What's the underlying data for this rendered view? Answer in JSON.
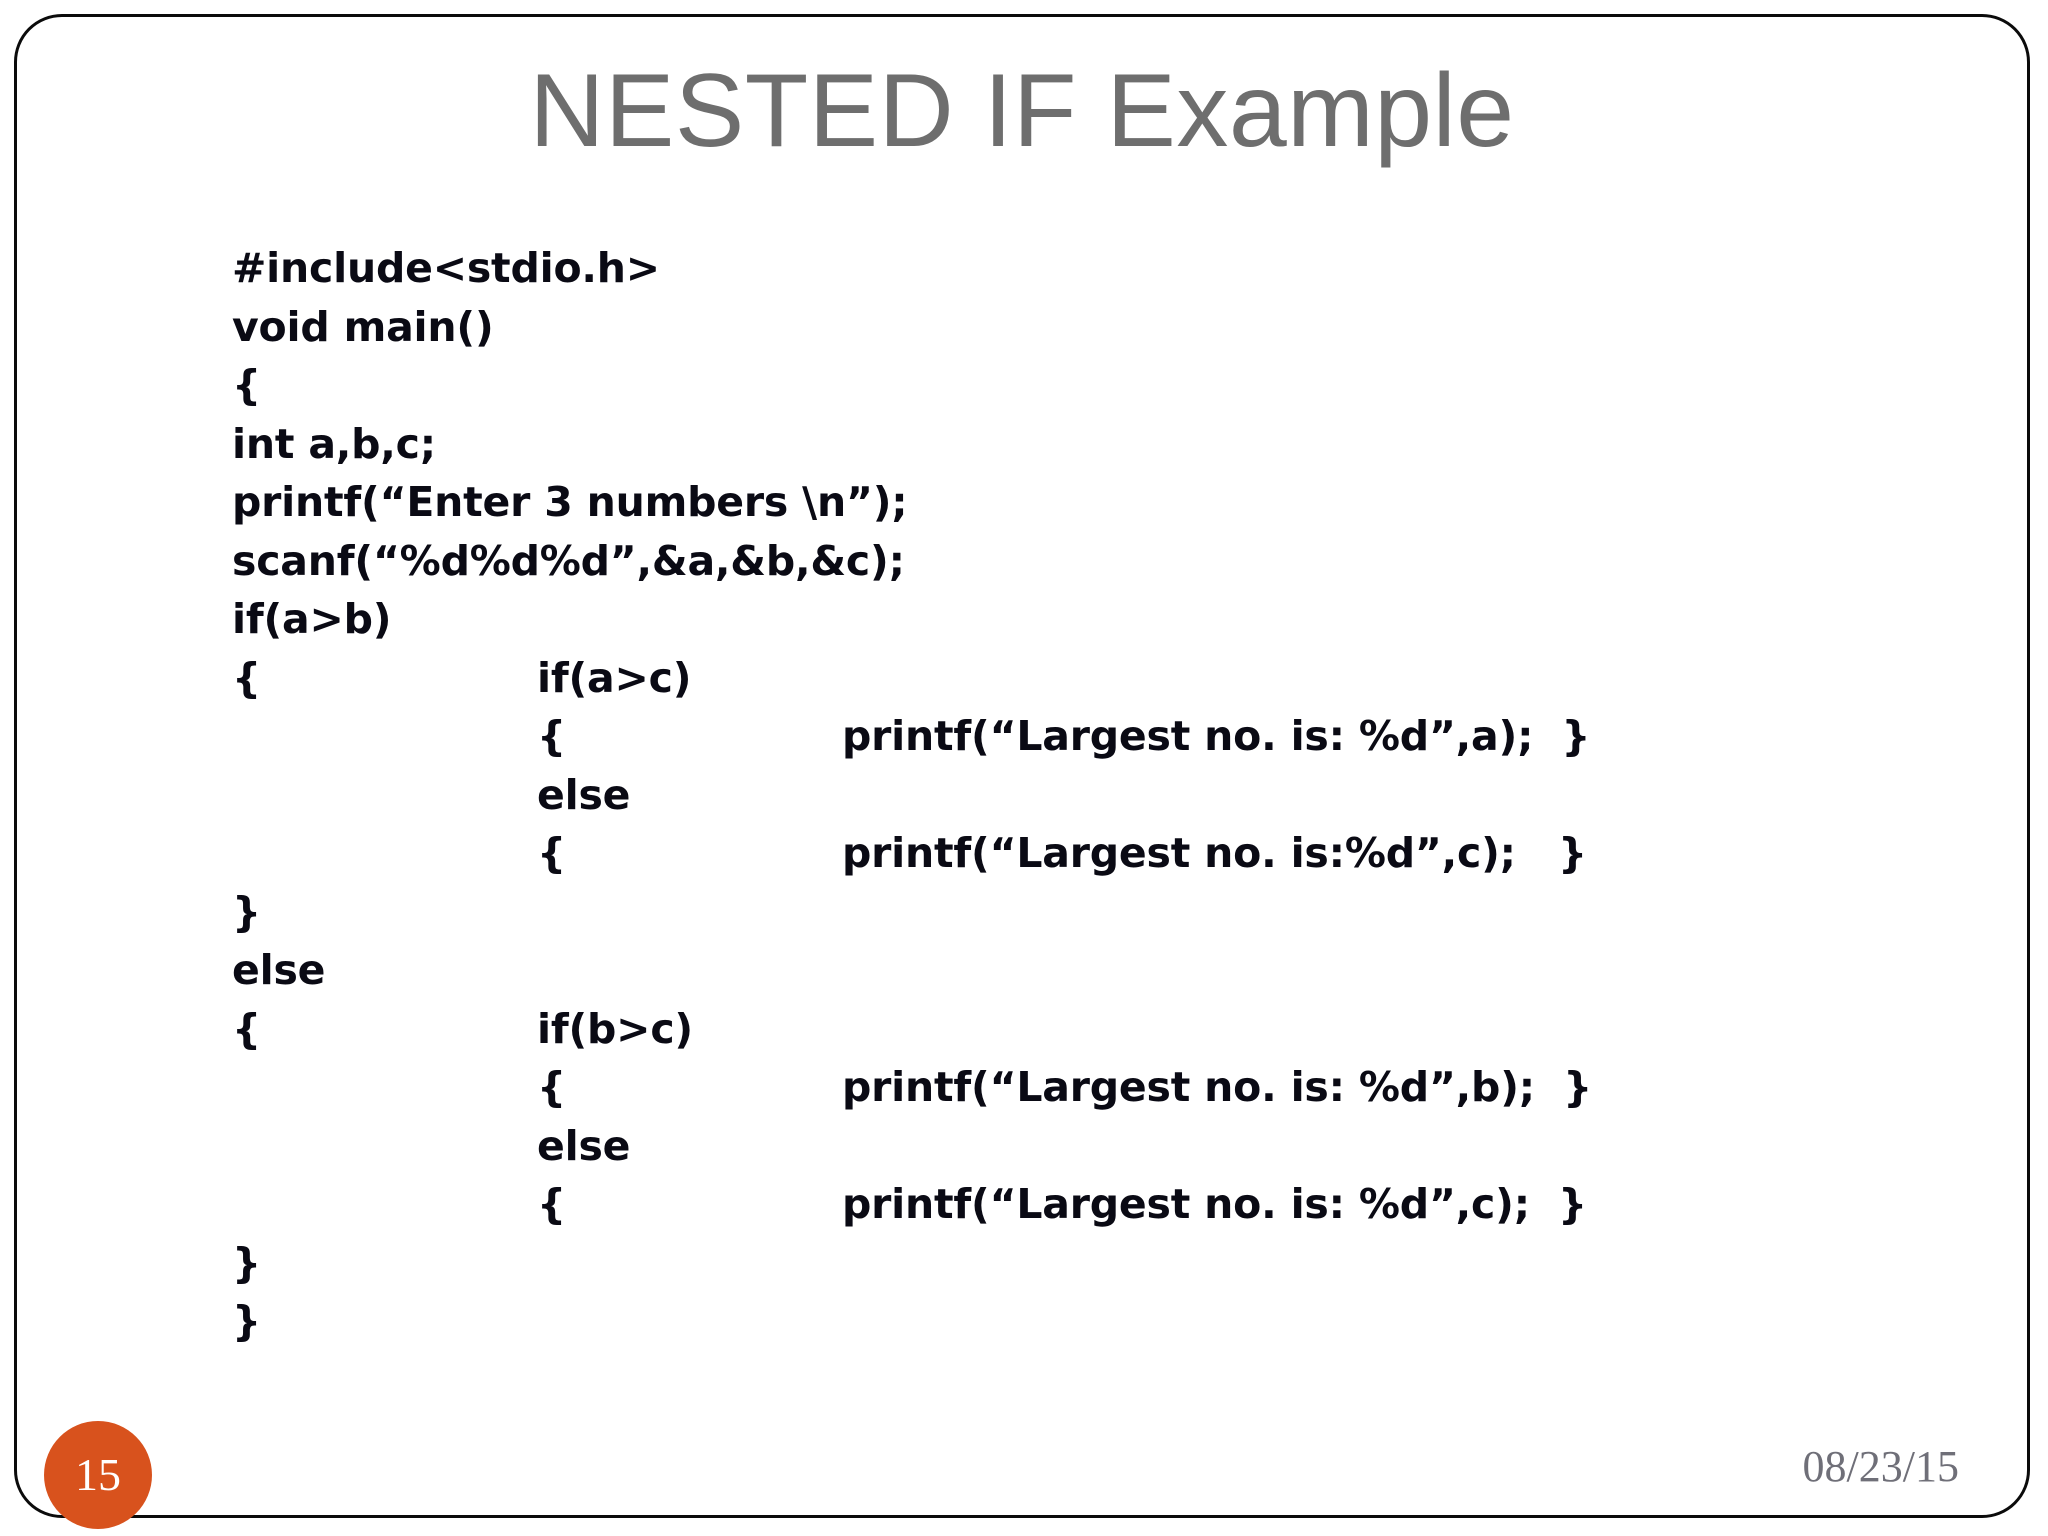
{
  "slide": {
    "title": "NESTED IF Example",
    "title_color": "#6e6e6e",
    "border_color": "#0b0b0b",
    "background": "#ffffff",
    "code_color": "#0a0a14",
    "accent_color": "#d8521d"
  },
  "code": {
    "language": "c",
    "lines": [
      {
        "indent": 0,
        "text": "#include<stdio.h>"
      },
      {
        "indent": 0,
        "text": "void main()"
      },
      {
        "indent": 0,
        "text": "{"
      },
      {
        "indent": 0,
        "text": "int a,b,c;"
      },
      {
        "indent": 0,
        "text": "printf(“Enter 3 numbers \\n”);"
      },
      {
        "indent": 0,
        "text": "scanf(“%d%d%d”,&a,&b,&c);"
      },
      {
        "indent": 0,
        "text": "if(a>b)"
      },
      {
        "indent": 0,
        "text": "{",
        "indent2": 1,
        "text2": "if(a>c)"
      },
      {
        "indent": 1,
        "text": "{",
        "indent2": 2,
        "text2": "printf(“Largest no. is: %d”,a);  }"
      },
      {
        "indent": 1,
        "text": "else"
      },
      {
        "indent": 1,
        "text": "{",
        "indent2": 2,
        "text2": "printf(“Largest no. is:%d”,c);   }"
      },
      {
        "indent": 0,
        "text": "}"
      },
      {
        "indent": 0,
        "text": "else"
      },
      {
        "indent": 0,
        "text": "{",
        "indent2": 1,
        "text2": "if(b>c)"
      },
      {
        "indent": 1,
        "text": "{",
        "indent2": 2,
        "text2": "printf(“Largest no. is: %d”,b);  }"
      },
      {
        "indent": 1,
        "text": "else"
      },
      {
        "indent": 1,
        "text": "{",
        "indent2": 2,
        "text2": "printf(“Largest no. is: %d”,c);  }"
      },
      {
        "indent": 0,
        "text": "}"
      },
      {
        "indent": 0,
        "text": "}"
      }
    ]
  },
  "footer": {
    "page_number": "15",
    "date": "08/23/15"
  }
}
